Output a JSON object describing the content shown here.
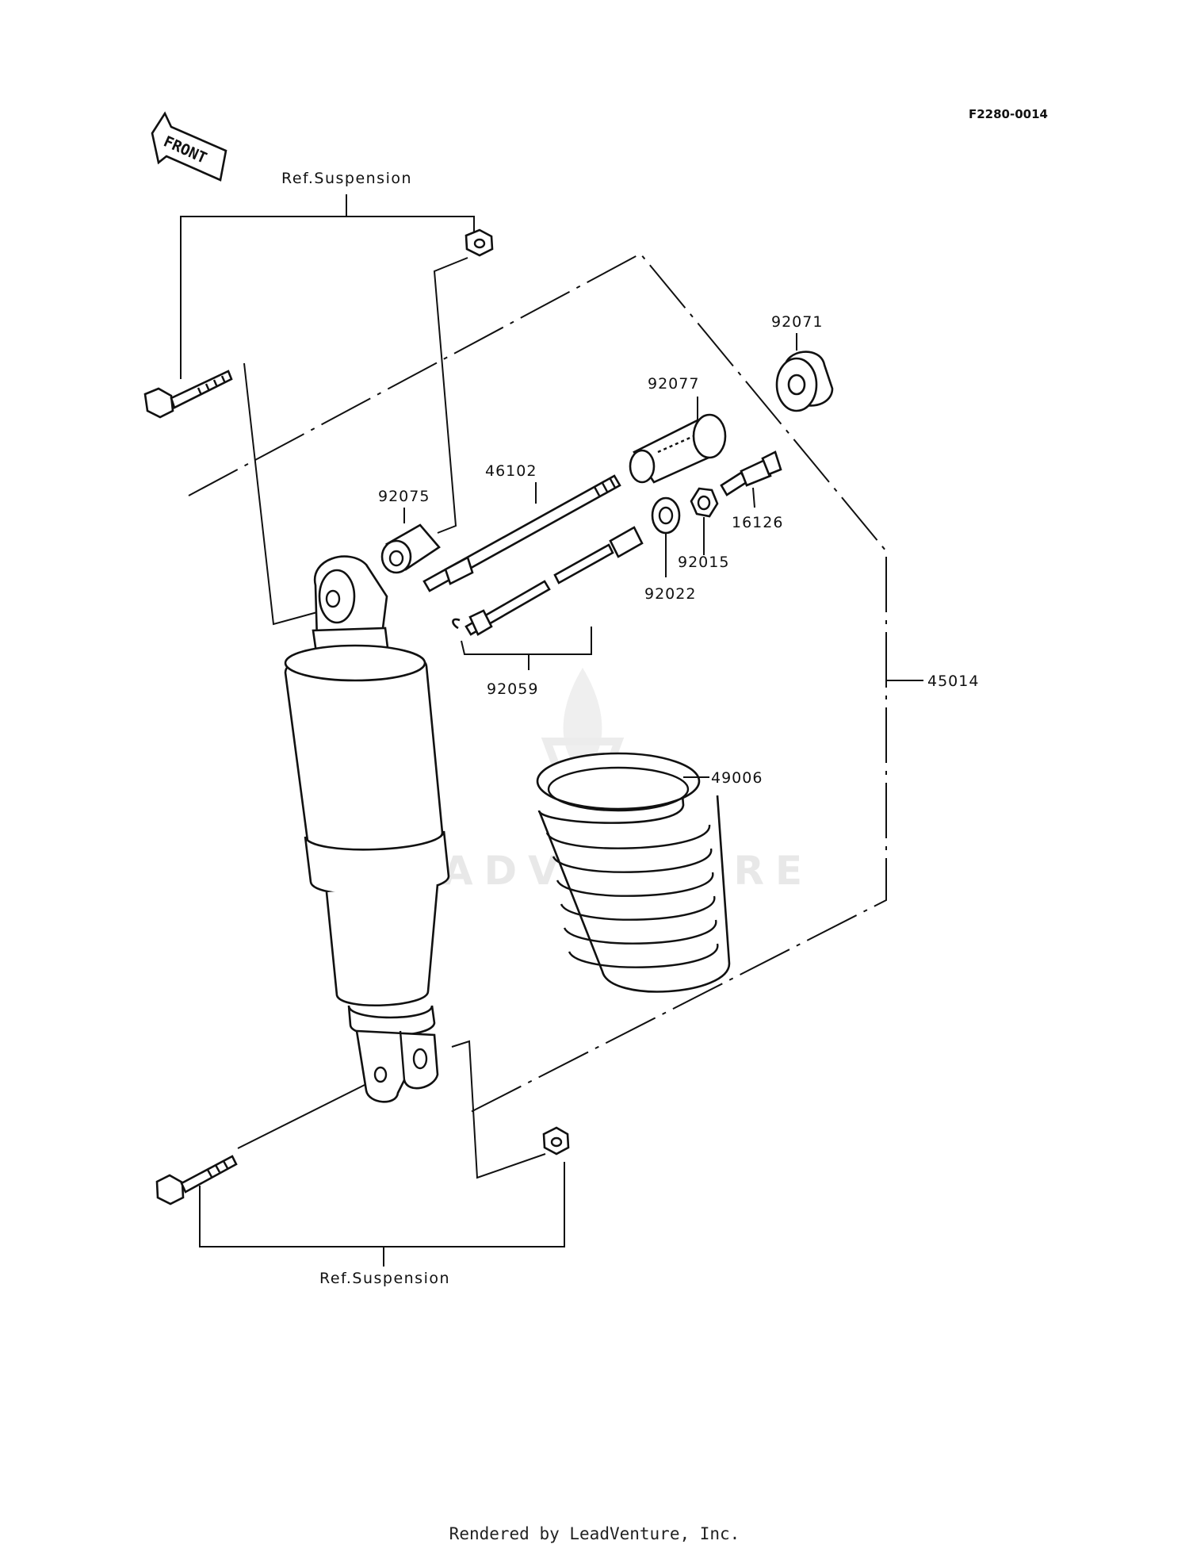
{
  "diagram_code": "F2280-0014",
  "front_label": "FRONT",
  "ref_top": "Ref.Suspension",
  "ref_bottom": "Ref.Suspension",
  "watermark": "LEADVENTURE",
  "parts": [
    {
      "number": "92071"
    },
    {
      "number": "92077"
    },
    {
      "number": "46102"
    },
    {
      "number": "92075"
    },
    {
      "number": "16126"
    },
    {
      "number": "92015"
    },
    {
      "number": "92022"
    },
    {
      "number": "92059"
    },
    {
      "number": "45014"
    },
    {
      "number": "49006"
    }
  ],
  "footer": "Rendered by LeadVenture, Inc."
}
